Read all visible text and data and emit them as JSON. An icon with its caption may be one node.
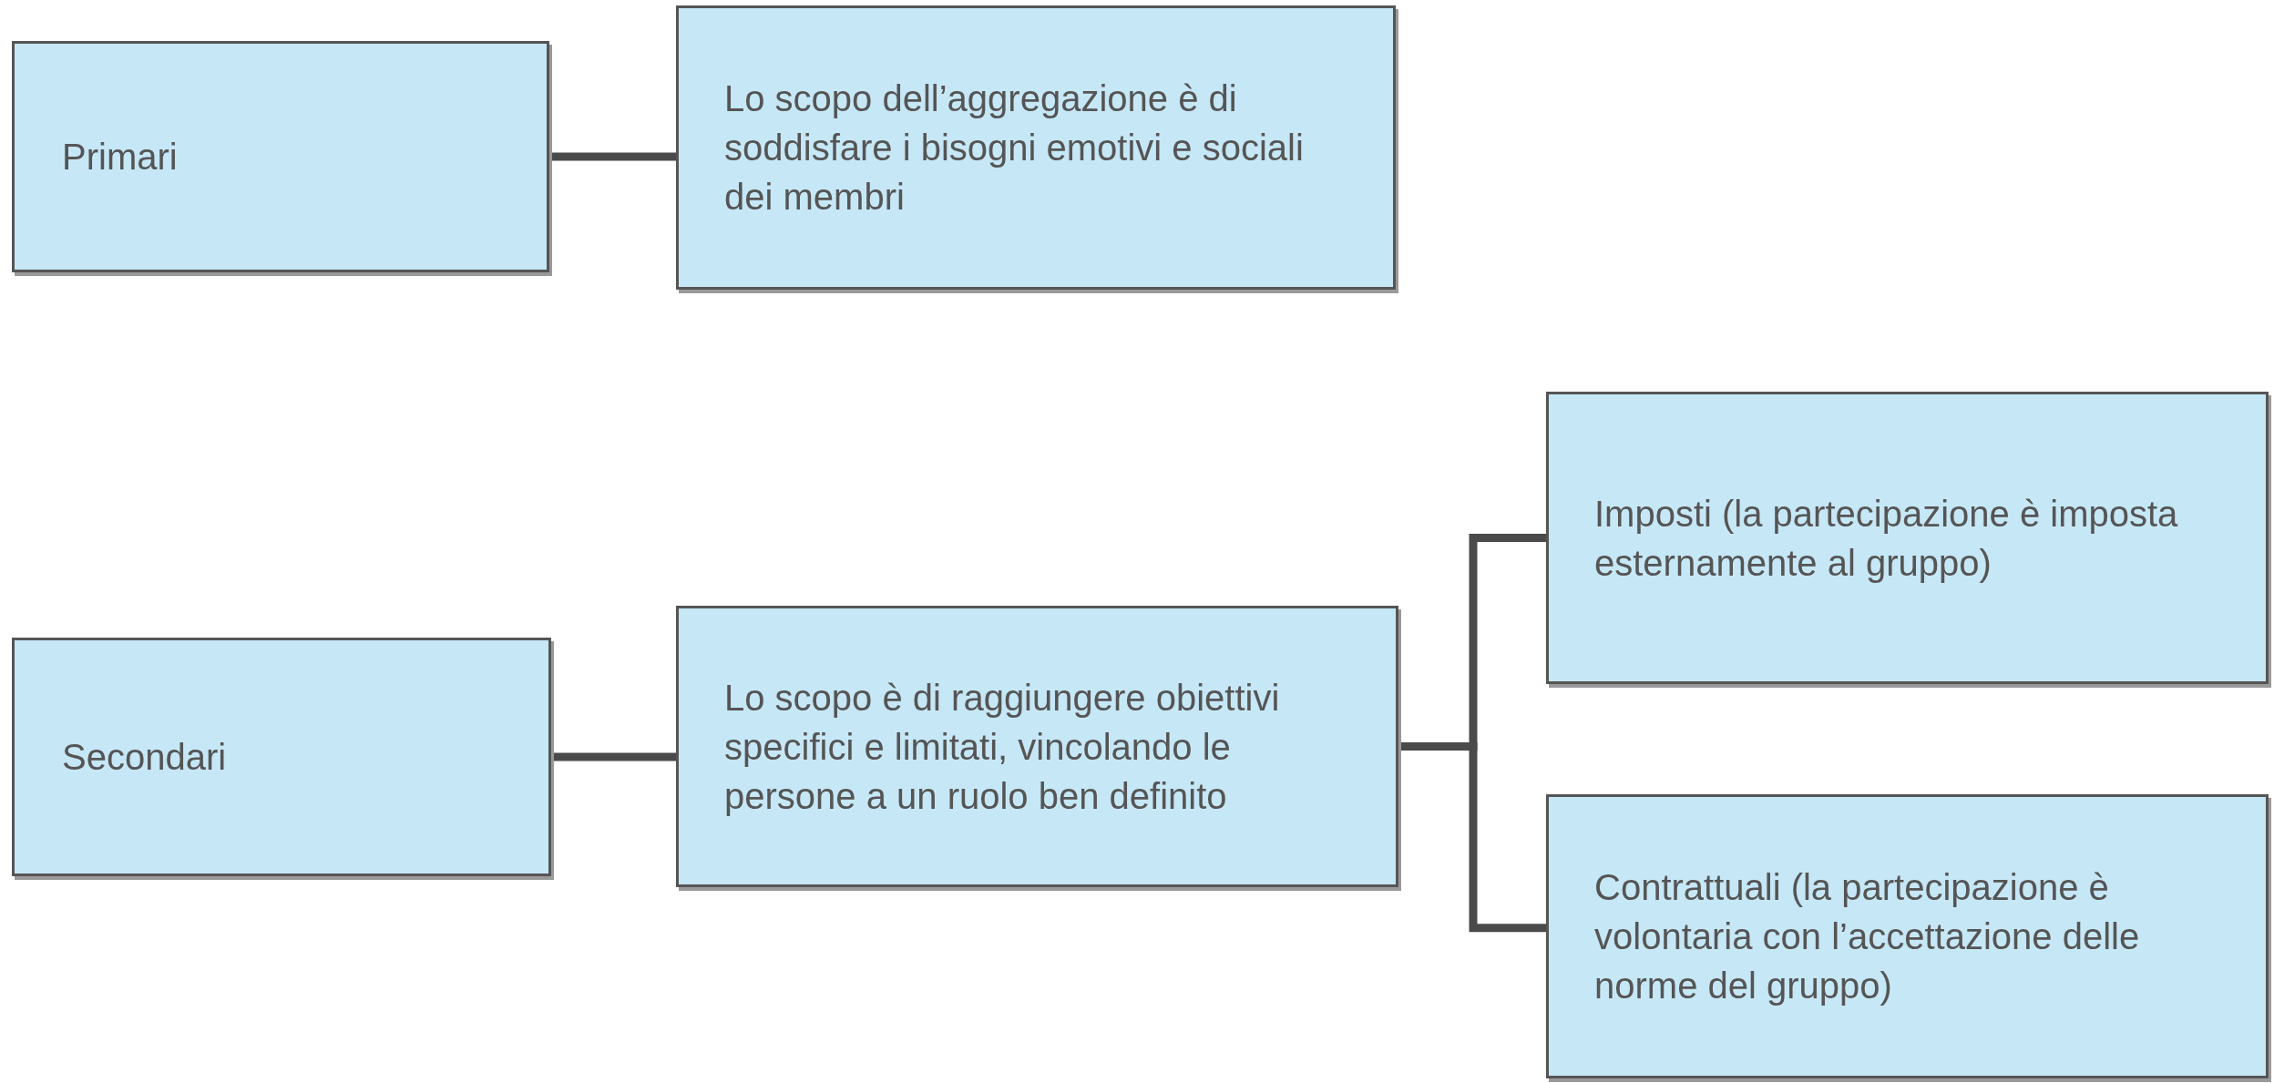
{
  "diagram": {
    "nodes": [
      {
        "text": [
          "Primari"
        ]
      },
      {
        "text": [
          "Lo scopo dell’aggregazione è di soddisfare i bisogni emotivi e sociali dei membri"
        ]
      },
      {
        "text": [
          "Secondari"
        ]
      },
      {
        "text": [
          "Lo scopo è di raggiungere obiettivi specifici e limitati, vincolando le persone a un ruolo ben definito"
        ]
      },
      {
        "text": [
          "Imposti (la partecipazione è imposta esternamente al gruppo)"
        ]
      },
      {
        "text": [
          "Contrattuali (la partecipazione è volontaria con l’accettazione delle norme del gruppo)"
        ]
      }
    ],
    "edges": [
      {
        "from": 0,
        "to": 1,
        "arrow": "none"
      },
      {
        "from": 2,
        "to": 3,
        "arrow": "none"
      },
      {
        "from": 3,
        "to": 4,
        "arrow": "none"
      },
      {
        "from": 3,
        "to": 5,
        "arrow": "none"
      }
    ]
  }
}
